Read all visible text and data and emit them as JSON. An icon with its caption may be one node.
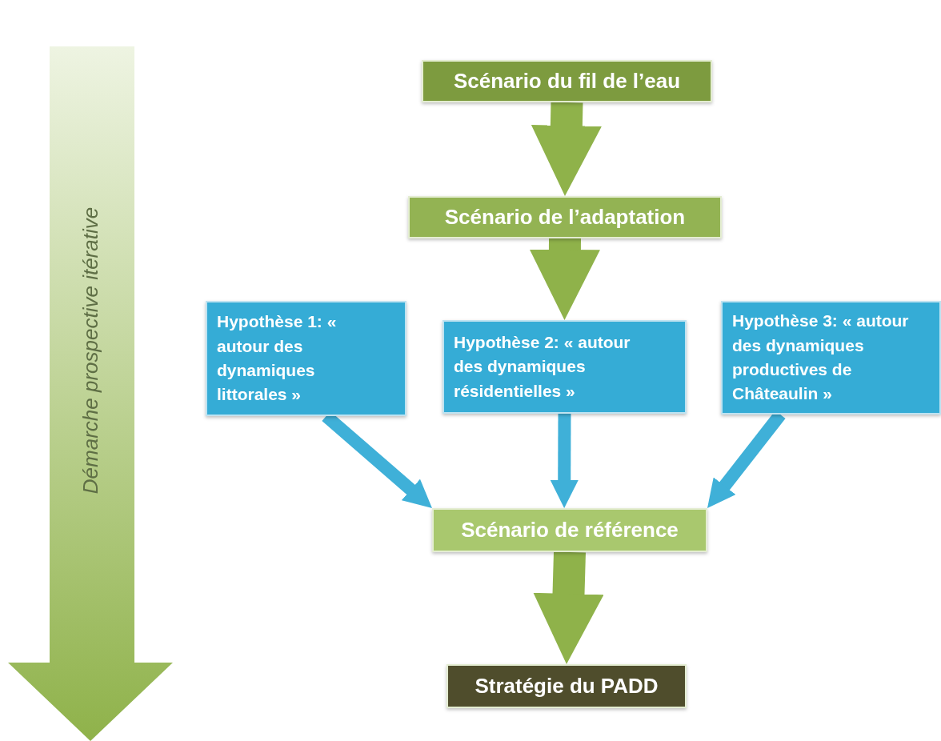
{
  "diagram": {
    "nodes": [
      {
        "text": [
          "Démarche prospective itérative"
        ]
      },
      {
        "text": [
          "Scénario du fil de l’eau"
        ]
      },
      {
        "text": [
          "Scénario de l’adaptation"
        ]
      },
      {
        "text": [
          "Hypothèse 1: « autour des dynamiques littorales »"
        ]
      },
      {
        "text": [
          "Hypothèse 2: « autour des dynamiques résidentielles »"
        ]
      },
      {
        "text": [
          "Hypothèse 3: « autour des dynamiques productives de Châteaulin »"
        ]
      },
      {
        "text": [
          "Scénario de référence"
        ]
      },
      {
        "text": [
          "Stratégie du PADD"
        ]
      }
    ],
    "edges": [
      {
        "from": 1,
        "to": 2,
        "arrow": "to",
        "style": "thick"
      },
      {
        "from": 2,
        "to": 4,
        "arrow": "to",
        "style": "thick"
      },
      {
        "from": 3,
        "to": 6,
        "arrow": "to",
        "color": "#3fb0d8"
      },
      {
        "from": 4,
        "to": 6,
        "arrow": "to",
        "color": "#3fb0d8"
      },
      {
        "from": 5,
        "to": 6,
        "arrow": "to",
        "color": "#3fb0d8"
      },
      {
        "from": 6,
        "to": 7,
        "arrow": "to",
        "style": "thick"
      }
    ]
  }
}
